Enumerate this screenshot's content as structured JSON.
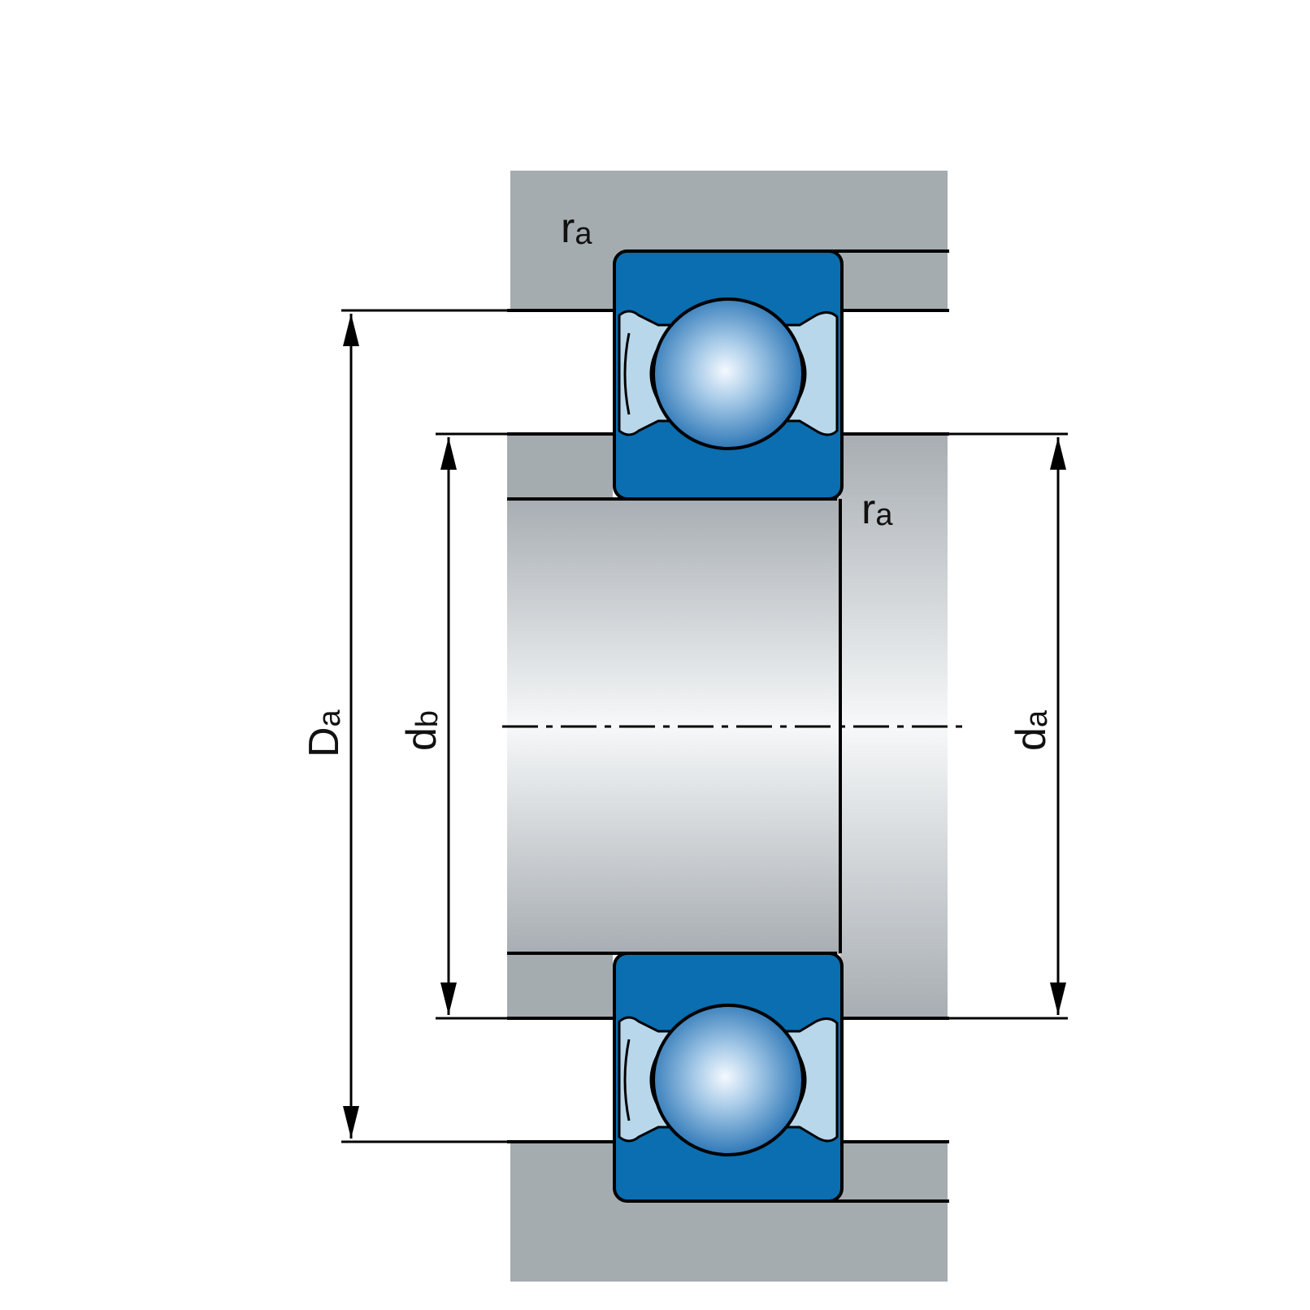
{
  "labels": {
    "ra_top": {
      "main": "r",
      "sub": "a"
    },
    "ra_right": {
      "main": "r",
      "sub": "a"
    },
    "Da": {
      "main": "D",
      "sub": "a"
    },
    "db": {
      "main": "d",
      "sub": "b"
    },
    "da": {
      "main": "d",
      "sub": "a"
    }
  },
  "colors": {
    "housing": "#a5acb0",
    "outline": "#000000",
    "ring_blue": "#0a6eb0",
    "seal_light": "#b8d7eb",
    "ball_center": "#f4f9ff",
    "ball_edge": "#1768ae",
    "shaft_light": "#f6f8f9",
    "shaft_dark": "#a7adb2"
  }
}
